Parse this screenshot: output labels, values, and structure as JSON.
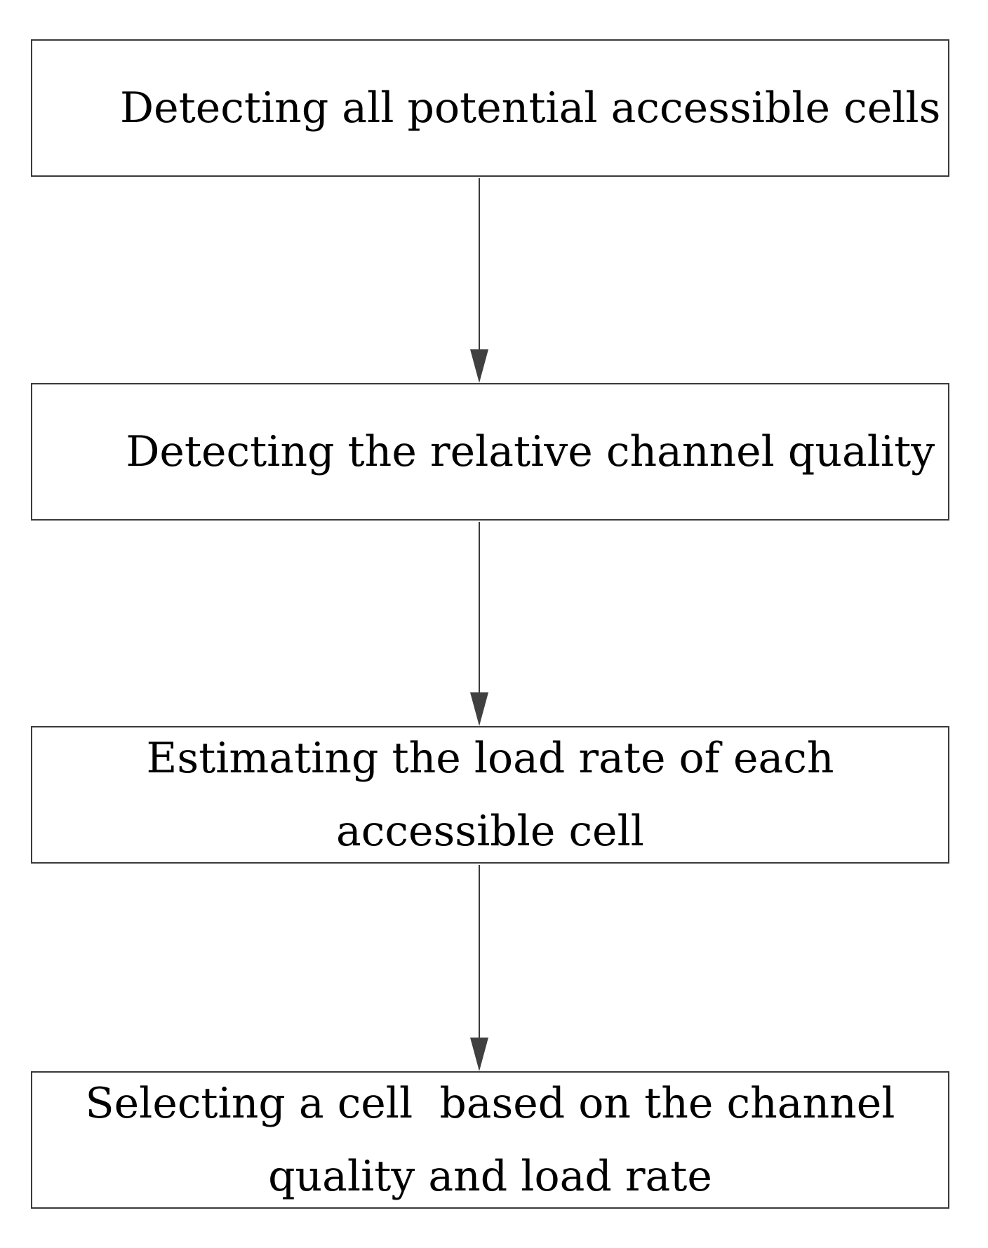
{
  "diagram": {
    "steps": [
      {
        "lines": [
          "Detecting all potential accessible cells"
        ]
      },
      {
        "lines": [
          "Detecting the relative channel quality"
        ]
      },
      {
        "lines": [
          "Estimating the load rate of each",
          "accessible cell"
        ]
      },
      {
        "lines": [
          "Selecting a cell  based on the channel",
          "quality and load rate"
        ]
      }
    ],
    "line_color": "#3a3a3a",
    "arrow_color": "#404040"
  }
}
